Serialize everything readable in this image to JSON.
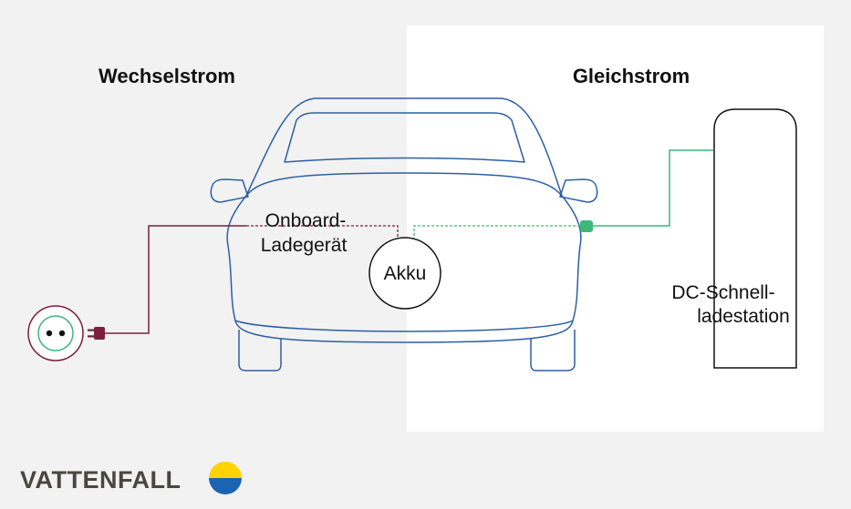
{
  "sections": {
    "ac_title": "Wechselstrom",
    "dc_title": "Gleichstrom"
  },
  "nodes": {
    "charger_line1": "Onboard-",
    "charger_line2": "Ladegerät",
    "battery": "Akku",
    "station_line1": "DC-Schnell-",
    "station_line2": "ladestation"
  },
  "brand": {
    "name": "VATTENFALL"
  },
  "colors": {
    "background": "#f2f2f2",
    "dc_panel": "#ffffff",
    "car_outline": "#2d5fa5",
    "ac_line": "#7a1f3d",
    "dc_line": "#3cb878",
    "socket_inner": "#3cb878",
    "logo_yellow": "#ffd400",
    "logo_blue": "#1a64b4"
  }
}
